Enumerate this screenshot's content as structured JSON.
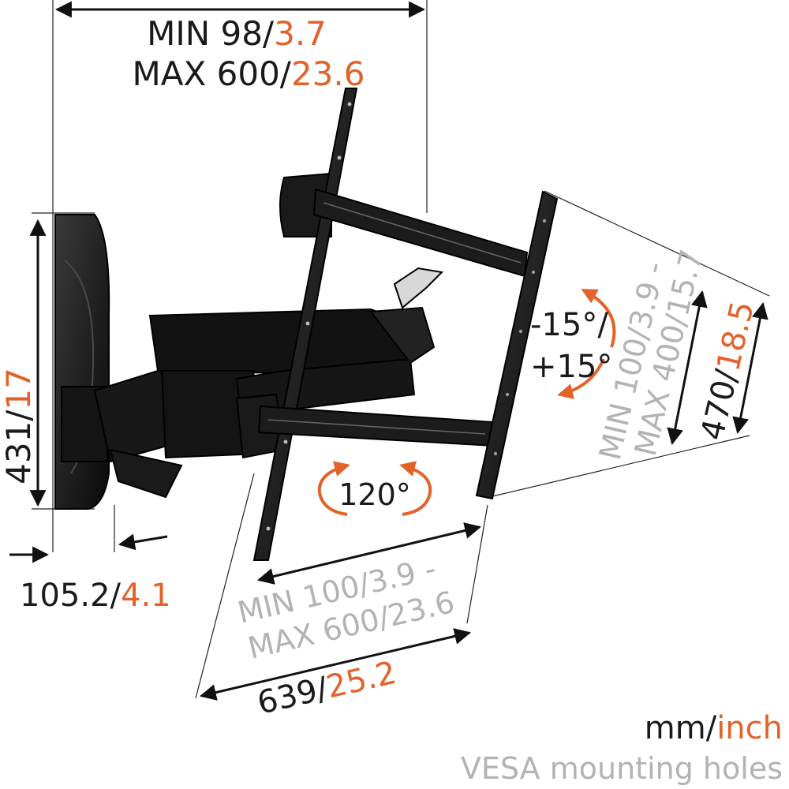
{
  "colors": {
    "accent": "#e2622a",
    "gray": "#b3b3b3",
    "dark": "#1a1a1a",
    "mount": "#111111"
  },
  "dims": {
    "top_width": {
      "mm_min": "MIN 98/",
      "in_min": "3.7",
      "mm_max": "MAX 600/",
      "in_max": "23.6"
    },
    "wall_height": {
      "mm": "431/",
      "in": "17"
    },
    "depth": {
      "mm": "105.2/",
      "in": "4.1"
    },
    "tilt": {
      "line1": "-15°/",
      "line2": "+15°"
    },
    "swivel": {
      "text": "120°"
    },
    "vesa_vertical": {
      "line1": "MIN 100/3.9 -",
      "line2": "MAX 400/15.7"
    },
    "plate_height": {
      "mm": "470/",
      "in": "18.5"
    },
    "vesa_horizontal": {
      "line1": "MIN 100/3.9 -",
      "line2": "MAX 600/23.6"
    },
    "reach": {
      "mm": "639/",
      "in": "25.2"
    }
  },
  "legend": {
    "units_mm": "mm/",
    "units_inch": "inch",
    "caption": "VESA mounting holes"
  },
  "icons": [
    "double-arrow-arc-icon",
    "tilt-arc-icon"
  ]
}
